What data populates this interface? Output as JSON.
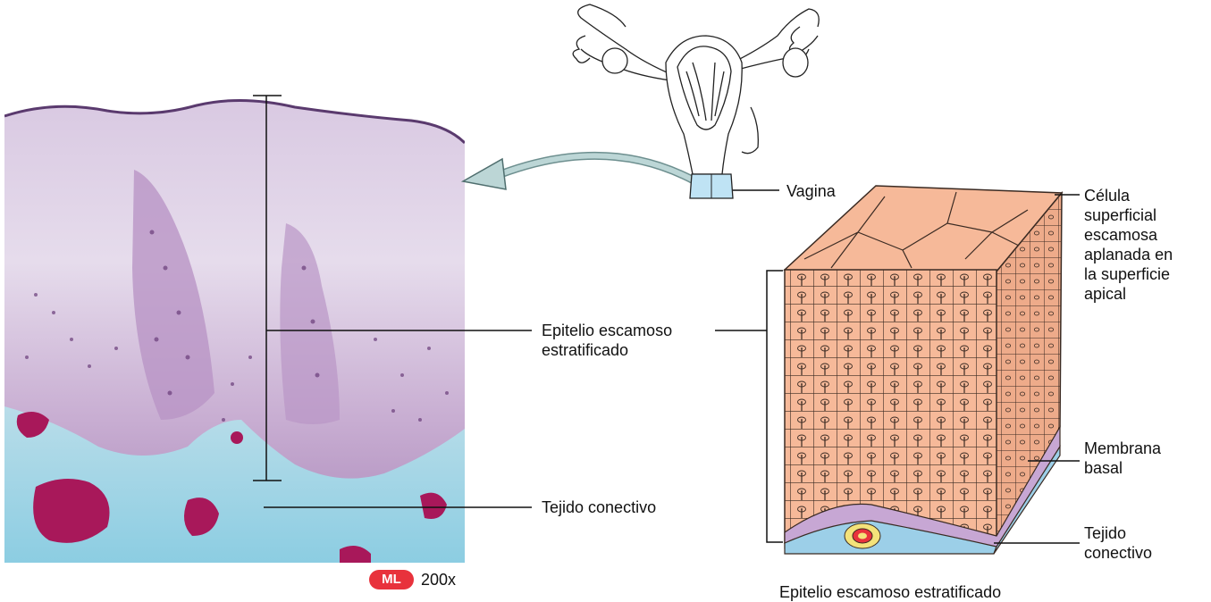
{
  "labels": {
    "vagina": "Vagina",
    "stratified_epithelium": "Epitelio escamoso\nestratificado",
    "connective_tissue_left": "Tejido conectivo",
    "superficial_cell": "Célula\nsuperficial\nescamosa\naplanada en\nla superficie\napical",
    "basement_membrane": "Membrana\nbasal",
    "connective_tissue_right": "Tejido\nconectivo"
  },
  "micrograph": {
    "badge": "ML",
    "magnification": "200x"
  },
  "caption": "Epitelio escamoso estratificado",
  "colors": {
    "epithelium": "#e2d4e8",
    "nuclei": "#6a3d7a",
    "connective": "#7fc7df",
    "blood": "#a8185a",
    "cells": "#f6b999",
    "basement": "#c7a7d4",
    "badge": "#e8323c"
  }
}
